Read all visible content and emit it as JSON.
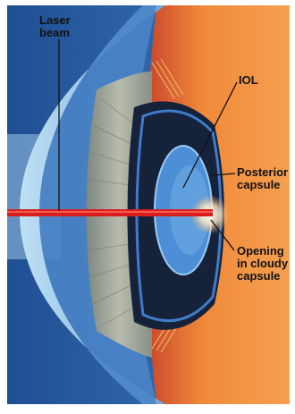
{
  "labels": {
    "laser_beam": [
      "Laser",
      "beam"
    ],
    "iol": "IOL",
    "posterior_capsule": [
      "Posterior",
      "capsule"
    ],
    "opening": [
      "Opening",
      "in cloudy",
      "capsule"
    ]
  },
  "colors": {
    "background": "#2f63a8",
    "cornea": "#8ec3e6",
    "sclera": "#f07a2c",
    "iris": "#9aa098",
    "lens_dark": "#16213a",
    "iol": "#4d8fd6",
    "laser": "#d91e1e",
    "label_text": "#111111"
  }
}
